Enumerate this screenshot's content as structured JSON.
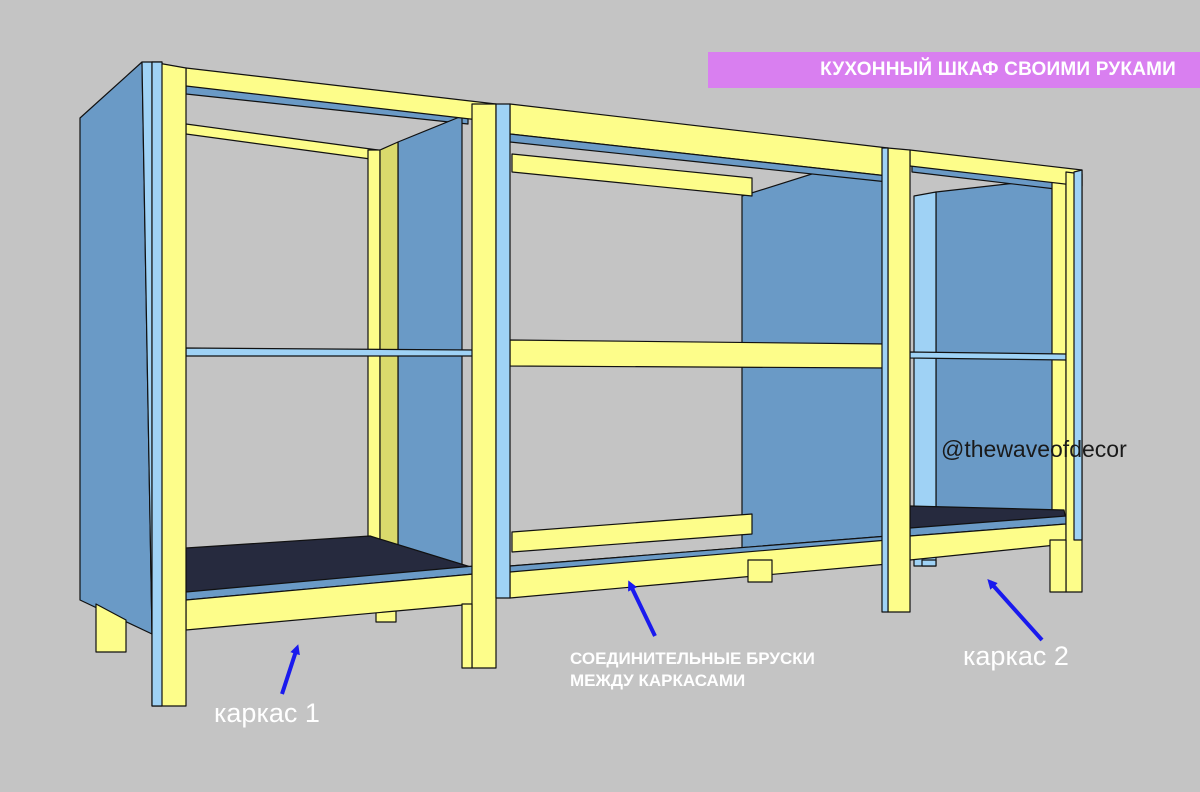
{
  "title": "КУХОННЫЙ ШКАФ СВОИМИ РУКАМИ",
  "watermark": "@thewaveofdecor",
  "labels": {
    "frame1": "каркас 1",
    "frame2": "каркас 2",
    "connectors_line1": "СОЕДИНИТЕЛЬНЫЕ БРУСКИ",
    "connectors_line2": "МЕЖДУ КАРКАСАМИ"
  },
  "colors": {
    "background": "#c4c4c4",
    "banner": "#d97ff0",
    "beam_yellow": "#fdfd8a",
    "panel_blue": "#6a9ac6",
    "edge_light_blue": "#9fd2f5",
    "floor_dark": "#262a3e",
    "arrow": "#1a1aee"
  }
}
